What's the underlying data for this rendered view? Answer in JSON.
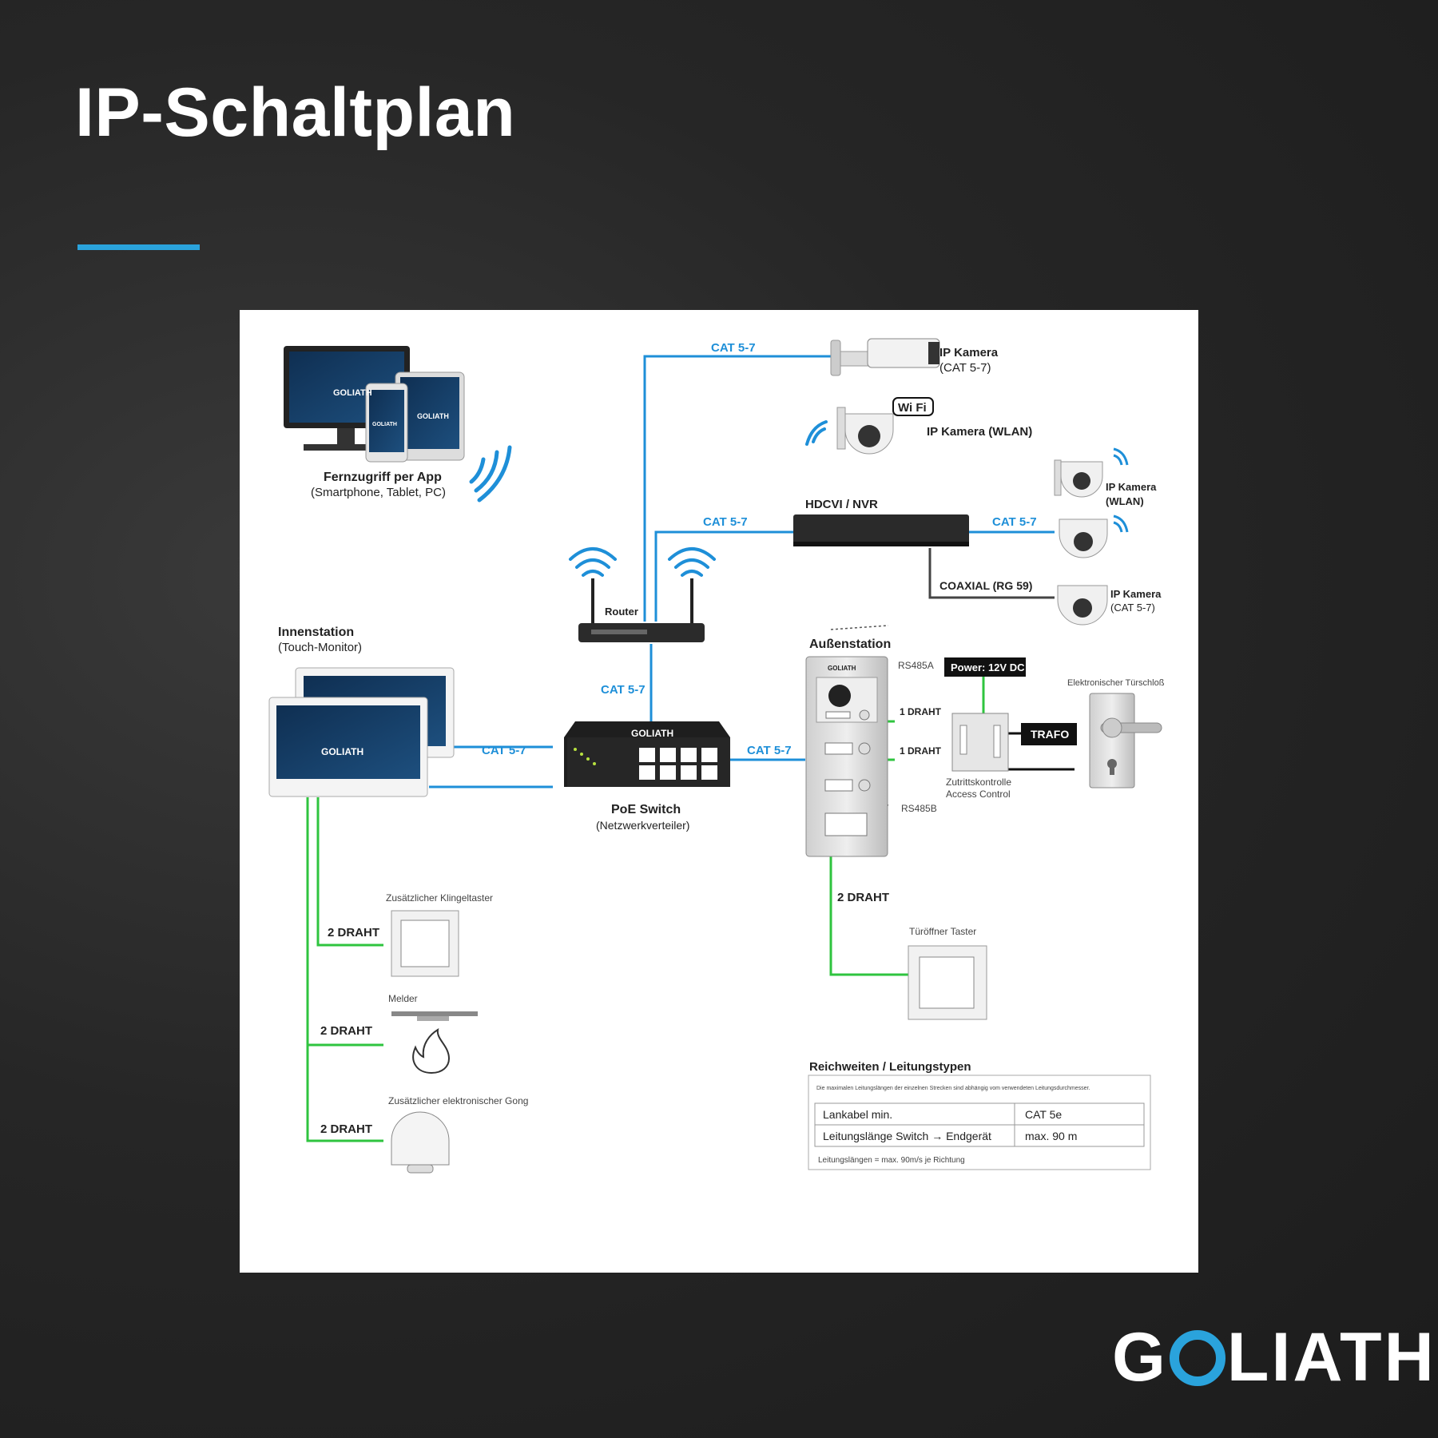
{
  "page": {
    "title": "IP-Schaltplan",
    "brand": {
      "left": "G",
      "right": "LIATH",
      "accent_color": "#2aa3dc"
    }
  },
  "colors": {
    "network_line": "#1e8fd8",
    "wire_line": "#2fc43f",
    "coax_line": "#444444"
  },
  "devices": {
    "remote": {
      "title": "Fernzugriff per App",
      "subtitle": "(Smartphone, Tablet, PC)",
      "screen_brand": "GOLIATH"
    },
    "cam_top": {
      "title": "IP Kamera",
      "subtitle": "(CAT 5-7)"
    },
    "cam_wlan": {
      "title": "IP Kamera (WLAN)",
      "wifi_badge": "Wi Fi"
    },
    "cam_right_1": {
      "title": "IP Kamera",
      "subtitle": "(WLAN)"
    },
    "cam_right_3": {
      "title": "IP Kamera",
      "subtitle": "(CAT 5-7)"
    },
    "nvr": {
      "title": "HDCVI / NVR"
    },
    "router": {
      "title": "Router"
    },
    "switch": {
      "title": "PoE Switch",
      "subtitle": "(Netzwerkverteiler)",
      "brand": "GOLIATH"
    },
    "indoor": {
      "title": "Innenstation",
      "subtitle": "(Touch-Monitor)",
      "brand": "GOLIATH"
    },
    "outdoor": {
      "title": "Außenstation",
      "brand": "GOLIATH"
    },
    "power": {
      "title": "Power: 12V DC"
    },
    "trafo": {
      "title": "TRAFO"
    },
    "lock": {
      "title": "Elektronischer Türschloß"
    },
    "access": {
      "title": "Zutrittskontrolle",
      "subtitle": "Access Control"
    },
    "bell_button": {
      "title": "Zusätzlicher Klingeltaster"
    },
    "detector": {
      "title": "Melder"
    },
    "gong": {
      "title": "Zusätzlicher elektronischer Gong"
    },
    "door_button": {
      "title": "Türöffner Taster"
    }
  },
  "links": {
    "cat_top": "CAT 5-7",
    "cat_router_nvr": "CAT 5-7",
    "cat_nvr_cam": "CAT 5-7",
    "cat_router_switch": "CAT 5-7",
    "cat_indoor_switch": "CAT 5-7",
    "cat_switch_outdoor": "CAT 5-7",
    "coaxial": "COAXIAL (RG 59)",
    "rs485a": "RS485A",
    "rs485b": "RS485B",
    "draht_1a": "1 DRAHT",
    "draht_1b": "1 DRAHT",
    "draht_2_bell": "2 DRAHT",
    "draht_2_detector": "2 DRAHT",
    "draht_2_gong": "2 DRAHT",
    "draht_2_door": "2 DRAHT"
  },
  "table": {
    "title": "Reichweiten / Leitungstypen",
    "note": "Die maximalen Leitungslängen der einzelnen Strecken sind abhängig vom verwendeten Leitungsdurchmesser.",
    "rows": [
      [
        "Lankabel min.",
        "CAT 5e"
      ],
      [
        "Leitungslänge Switch → Endgerät",
        "max. 90 m"
      ]
    ],
    "footer": "Leitungslängen = max. 90m/s je Richtung"
  }
}
